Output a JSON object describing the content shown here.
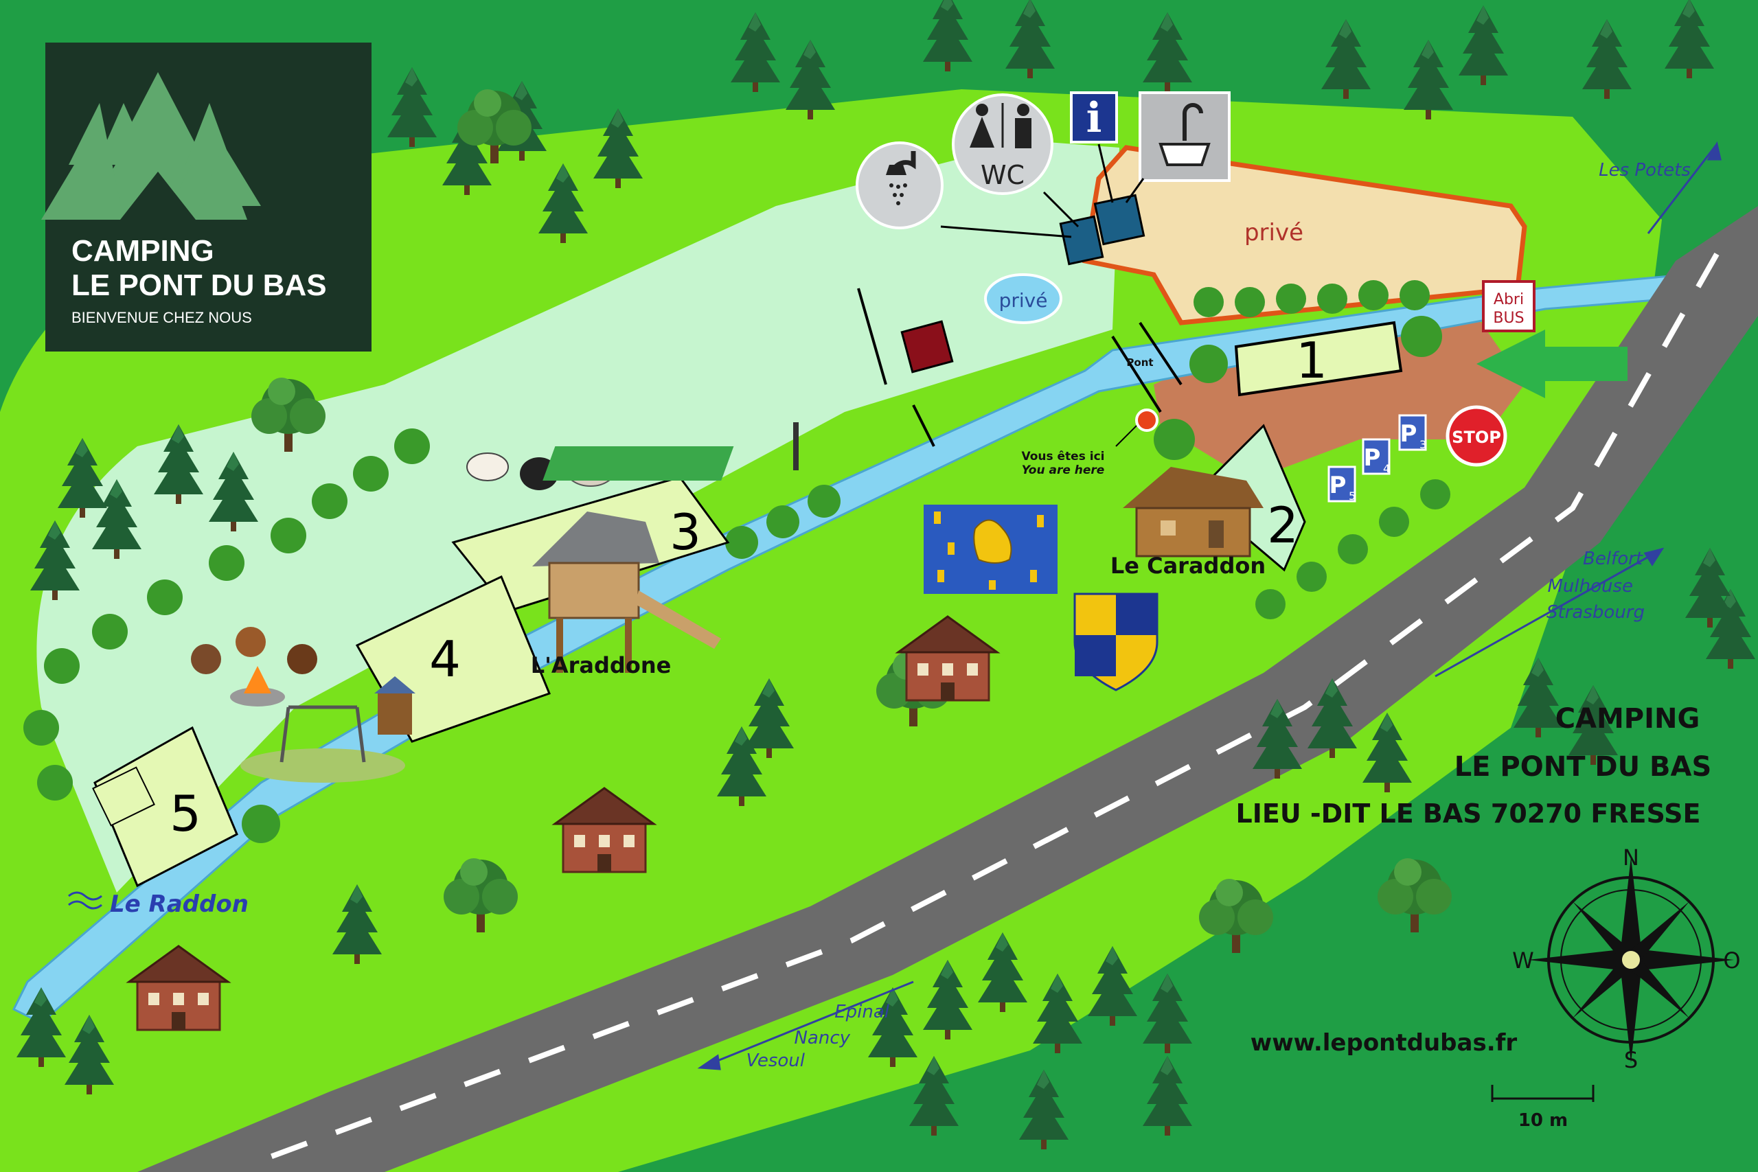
{
  "logo": {
    "title_line1": "CAMPING",
    "title_line2": "LE PONT DU BAS",
    "tagline": "BIENVENUE CHEZ NOUS"
  },
  "facilities": {
    "wc_label": "WC",
    "info_label": "i",
    "abri_bus_line1": "Abri",
    "abri_bus_line2": "BUS",
    "stop_label": "STOP"
  },
  "private_labels": {
    "area": "privé",
    "pool": "privé"
  },
  "pitches": [
    {
      "number": "1"
    },
    {
      "number": "2"
    },
    {
      "number": "3"
    },
    {
      "number": "4"
    },
    {
      "number": "5"
    }
  ],
  "parking": [
    {
      "letter": "P",
      "number": "5"
    },
    {
      "letter": "P",
      "number": "4"
    },
    {
      "letter": "P",
      "number": "3"
    }
  ],
  "places": {
    "caraddon": "Le Caraddon",
    "araddone": "L'Araddone",
    "bridge": "Pont",
    "you_are_here_fr": "Vous êtes ici",
    "you_are_here_en": "You are here",
    "river": "Le Raddon"
  },
  "directions": {
    "potets": "Les Potets",
    "belfort": "Belfort",
    "mulhouse": "Mulhouse",
    "strasbourg": "Strasbourg",
    "epinal": "Epinal",
    "nancy": "Nancy",
    "vesoul": "Vesoul"
  },
  "address": {
    "line1": "CAMPING",
    "line2": "LE PONT DU BAS",
    "line3": "LIEU -DIT LE BAS  70270 FRESSE"
  },
  "website": "www.lepontdubas.fr",
  "compass": {
    "n": "N",
    "s": "S",
    "e": "O",
    "w": "W"
  },
  "scale": {
    "label": "10 m"
  },
  "icons": [
    "tree-logo-icon",
    "shower-icon",
    "wc-icon",
    "info-icon",
    "sink-icon",
    "stop-sign-icon",
    "parking-icon",
    "compass-rose-icon",
    "river-waves-icon"
  ],
  "colors": {
    "forest": "#1f9e45",
    "meadow": "#79e21c",
    "camp_area": "#c6f5cf",
    "river": "#86d4f2",
    "road": "#6b6b6b",
    "private_zone": "#f3dfae",
    "private_border": "#e05518",
    "logo_bg": "#1b3526",
    "logo_tree": "#5fa86d",
    "arrow_green": "#2db34a",
    "direction_text": "#3040a0"
  }
}
